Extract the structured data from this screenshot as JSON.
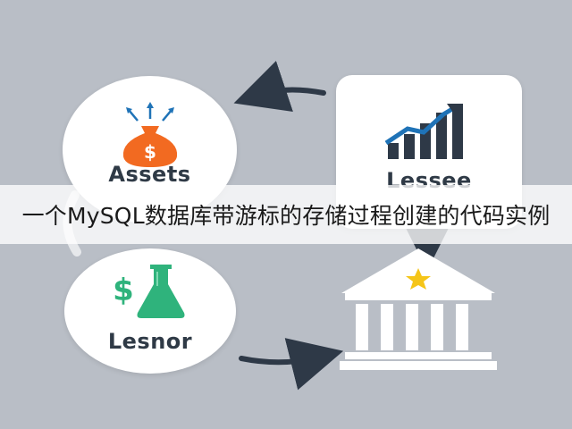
{
  "diagram": {
    "nodes": [
      {
        "id": "assets",
        "label": "Assets",
        "icon": "money-bag-icon"
      },
      {
        "id": "lessee",
        "label": "Lessee",
        "icon": "bar-chart-growth-icon"
      },
      {
        "id": "lesnor",
        "label": "Lesnor",
        "icon": "dollar-flask-icon"
      },
      {
        "id": "bank",
        "label": "",
        "icon": "bank-building-star-icon"
      }
    ],
    "icon_glyphs": {
      "dollar": "$"
    },
    "colors": {
      "background": "#b9bec6",
      "node_fill": "#ffffff",
      "arrow": "#2e3947",
      "orange": "#f26a21",
      "blue": "#1f73b7",
      "navy": "#2e3947",
      "green": "#2fb37c",
      "gold": "#f5c518",
      "label": "#2f3a46"
    }
  },
  "banner": {
    "text": "一个MySQL数据库带游标的存储过程创建的代码实例"
  }
}
